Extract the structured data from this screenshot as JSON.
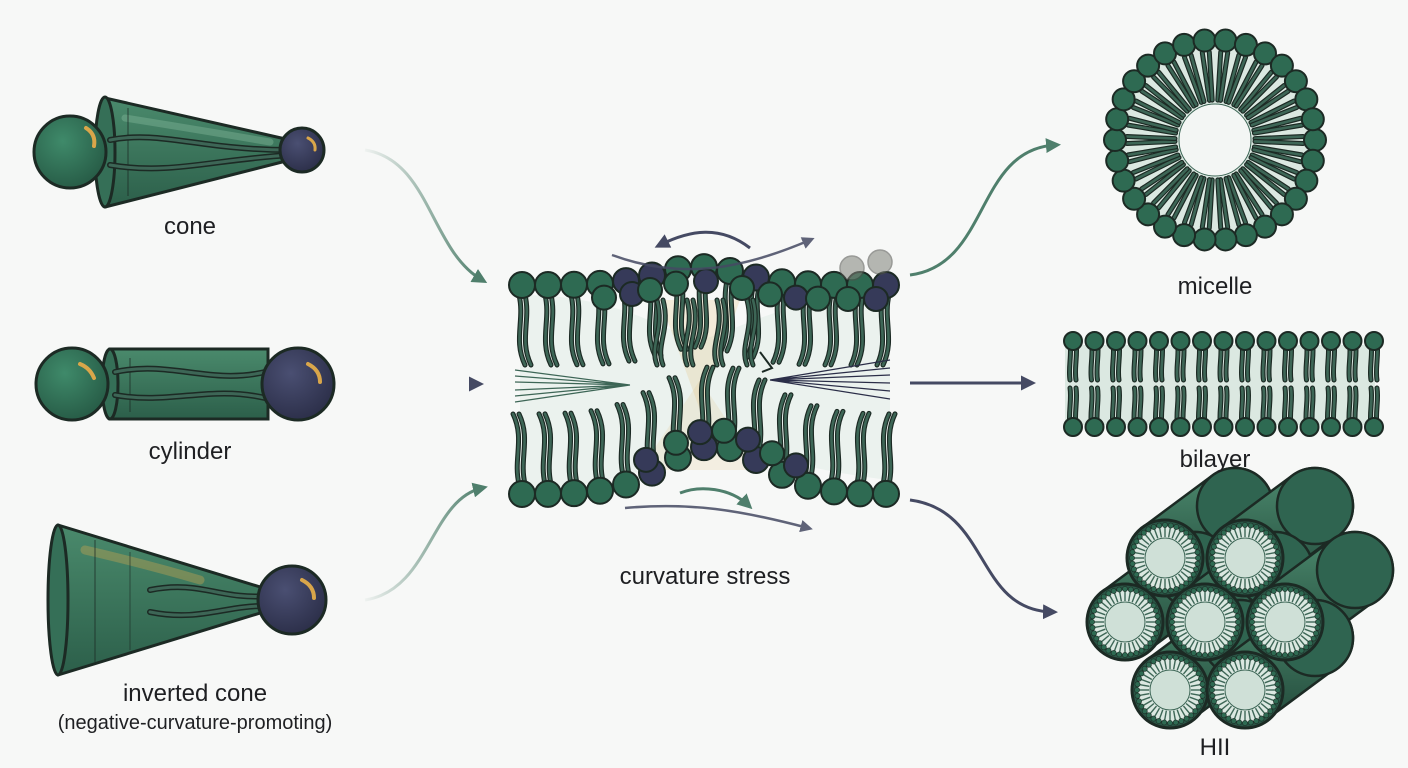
{
  "labels": {
    "cone": "cone",
    "cylinder": "cylinder",
    "inverted_cone": "inverted cone",
    "inverted_cone_note": "(negative-curvature-promoting)",
    "curvature_stress": "curvature stress",
    "micelle": "micelle",
    "bilayer": "bilayer",
    "hii": "HII"
  },
  "colors": {
    "green": "#2e6a52",
    "green_light": "#3f8a6a",
    "navy": "#363a59",
    "outline": "#1c2a24",
    "tail": "#3d6656",
    "highlight": "#d9a64a",
    "arrow_green": "#4f7f6c",
    "arrow_navy": "#454a63",
    "pale": "#dbe8e1"
  }
}
